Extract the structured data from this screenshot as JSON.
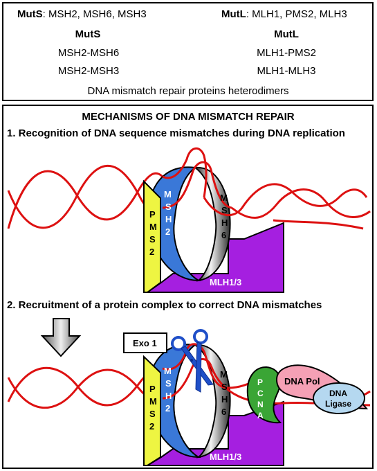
{
  "top_panel": {
    "muts_header_bold": "MutS",
    "muts_header_rest": ": MSH2, MSH6, MSH3",
    "mutl_header_bold": "MutL",
    "mutl_header_rest": ": MLH1, PMS2, MLH3",
    "muts_title": "MutS",
    "mutl_title": "MutL",
    "muts_items": [
      "MSH2-MSH6",
      "MSH2-MSH3"
    ],
    "mutl_items": [
      "MLH1-PMS2",
      "MLH1-MLH3"
    ],
    "caption": "DNA mismatch repair proteins  heterodimers"
  },
  "bottom_panel": {
    "title": "MECHANISMS OF DNA MISMATCH REPAIR",
    "step1": "1. Recognition of DNA sequence mismatches during DNA replication",
    "step2": "2. Recruitment of a protein complex  to correct DNA mismatches"
  },
  "labels": {
    "pms2": [
      "P",
      "M",
      "S",
      "2"
    ],
    "msh2": [
      "M",
      "S",
      "H",
      "2"
    ],
    "msh6": [
      "M",
      "S",
      "H",
      "6"
    ],
    "mlh": "MLH1/3",
    "exo": "Exo 1",
    "pcna": [
      "P",
      "C",
      "N",
      "A"
    ],
    "dna_pol": "DNA Pol",
    "dna_ligase": [
      "DNA",
      "Ligase"
    ]
  },
  "colors": {
    "dna": "#dd1111",
    "msh2": "#3a78d8",
    "pms2": "#eef542",
    "mlh": "#a51fe0",
    "pcna": "#3aa535",
    "dna_pol": "#f5a0b5",
    "ligase": "#b5d8f0",
    "scissors": "#1f4fc8"
  }
}
